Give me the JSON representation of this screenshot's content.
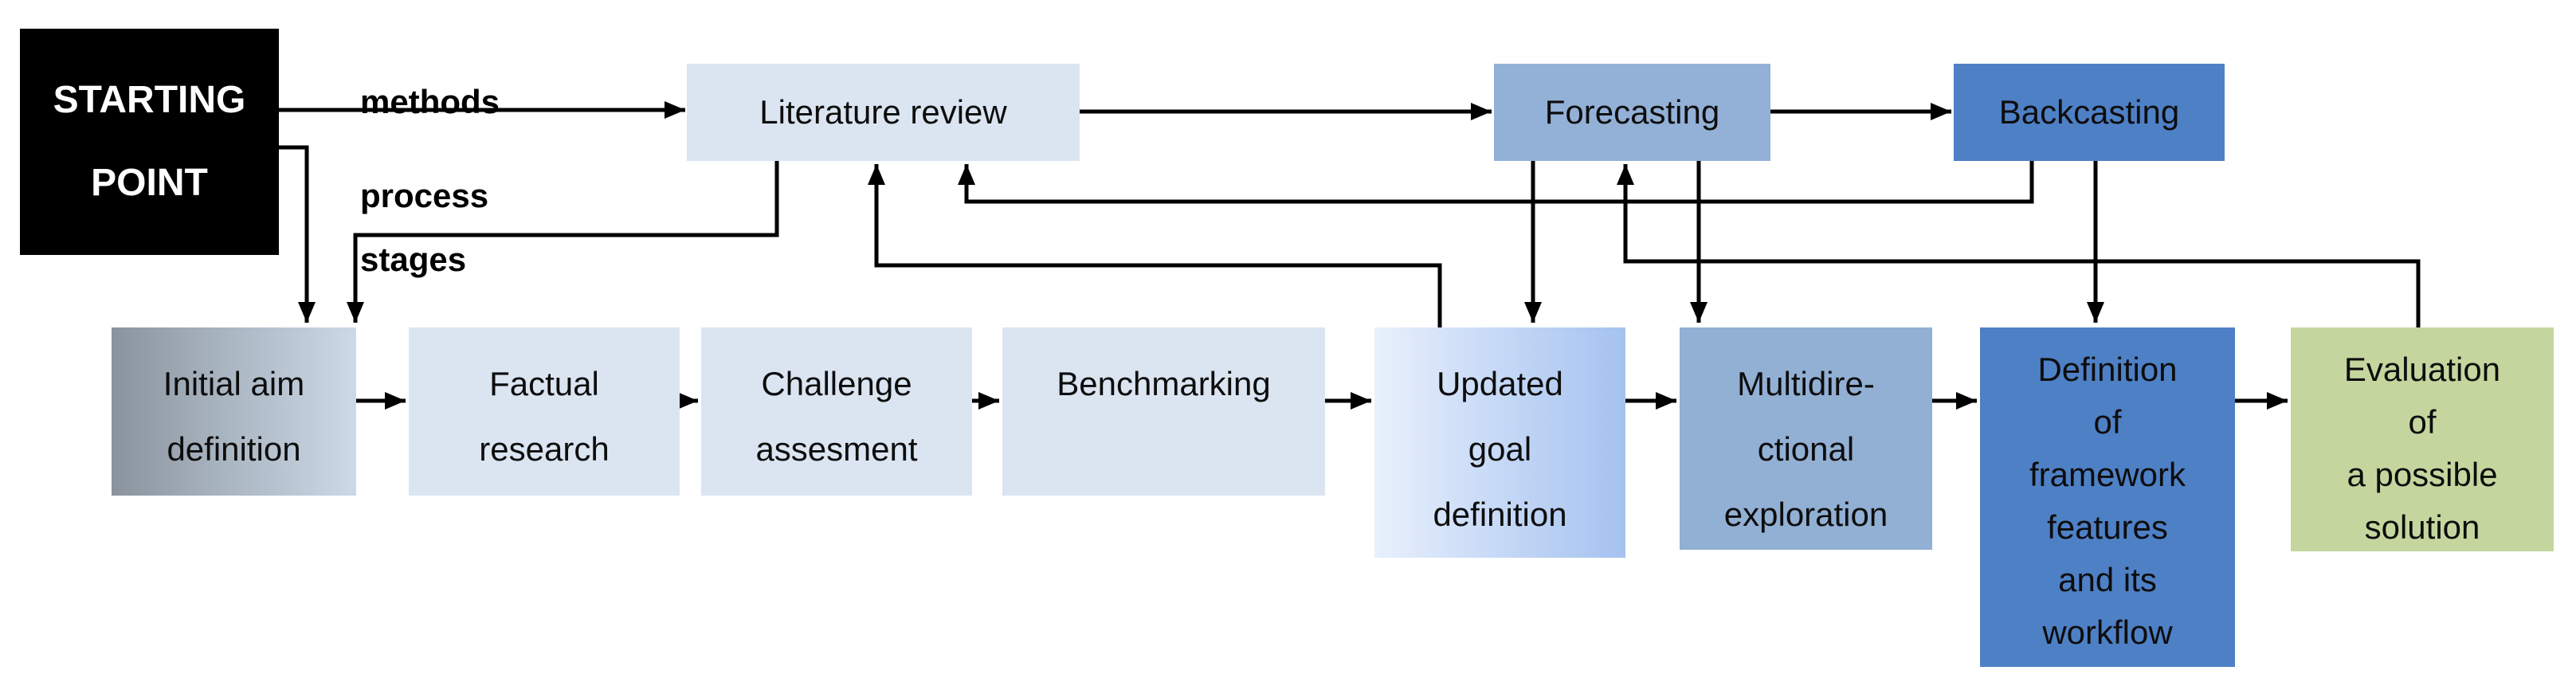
{
  "figure": {
    "title": "Design process framework flow diagram",
    "background": "#ffffff",
    "start": {
      "lines": [
        "STARTING",
        "POINT"
      ],
      "bg": "#000000",
      "fg": "#ffffff"
    },
    "flow_labels": {
      "methods": "methods",
      "process_stages": [
        "process",
        "stages"
      ]
    },
    "nodes": {
      "literature_review": {
        "lines": [
          "Literature review"
        ],
        "fill": "#dbe5f1"
      },
      "forecasting": {
        "lines": [
          "Forecasting"
        ],
        "fill": "#93b1d7"
      },
      "backcasting": {
        "lines": [
          "Backcasting"
        ],
        "fill": "#4e80c6"
      },
      "initial_aim_definition": {
        "lines": [
          "Initial aim",
          "definition"
        ],
        "fill": "gradient #8a939d to #ccd9e6"
      },
      "factual_research": {
        "lines": [
          "Factual",
          "research"
        ],
        "fill": "#dbe5f1"
      },
      "challenge_assesment": {
        "lines": [
          "Challenge",
          "assesment"
        ],
        "fill": "#dbe5f1"
      },
      "benchmarking": {
        "lines": [
          "Benchmarking"
        ],
        "fill": "#dbe5f1"
      },
      "updated_goal_definition": {
        "lines": [
          "Updated",
          "goal",
          "definition"
        ],
        "fill": "gradient #e9f0fc to #a5c2ef"
      },
      "multidirectional_exploration": {
        "lines": [
          "Multidire-",
          "ctional",
          "exploration"
        ],
        "fill": "#92afd4"
      },
      "definition_of_framework": {
        "lines": [
          "Definition",
          "of",
          "framework",
          "features",
          "and its",
          "workflow"
        ],
        "fill": "#4e80c6"
      },
      "evaluation_of_solution": {
        "lines": [
          "Evaluation",
          "of",
          "a possible",
          "solution"
        ],
        "fill": "#c4d69e"
      }
    },
    "edges": [
      {
        "from": "starting-point",
        "to": "literature-review",
        "label": "methods"
      },
      {
        "from": "starting-point",
        "to": "initial-aim-definition",
        "label": "process stages"
      },
      {
        "from": "literature-review",
        "to": "initial-aim-definition"
      },
      {
        "from": "literature-review",
        "to": "forecasting"
      },
      {
        "from": "forecasting",
        "to": "backcasting"
      },
      {
        "from": "forecasting",
        "to": "updated-goal-definition"
      },
      {
        "from": "forecasting",
        "to": "multidirectional-exploration"
      },
      {
        "from": "backcasting",
        "to": "literature-review"
      },
      {
        "from": "backcasting",
        "to": "definition-of-framework"
      },
      {
        "from": "updated-goal-definition",
        "to": "literature-review"
      },
      {
        "from": "evaluation-of-solution",
        "to": "forecasting"
      },
      {
        "from": "initial-aim-definition",
        "to": "factual-research"
      },
      {
        "from": "factual-research",
        "to": "challenge-assesment"
      },
      {
        "from": "challenge-assesment",
        "to": "benchmarking"
      },
      {
        "from": "benchmarking",
        "to": "updated-goal-definition"
      },
      {
        "from": "updated-goal-definition",
        "to": "multidirectional-exploration"
      },
      {
        "from": "multidirectional-exploration",
        "to": "definition-of-framework"
      },
      {
        "from": "definition-of-framework",
        "to": "evaluation-of-solution"
      }
    ],
    "colors": {
      "light_blue": "#dbe5f1",
      "medium_blue": "#93b1d7",
      "strong_blue": "#4e80c6",
      "green": "#c4d69e",
      "gray_gradient_start": "#8a939d",
      "gray_gradient_end": "#ccd9e6",
      "blue_gradient_start": "#e9f0fc",
      "blue_gradient_end": "#a5c2ef",
      "connector": "#000000"
    }
  }
}
